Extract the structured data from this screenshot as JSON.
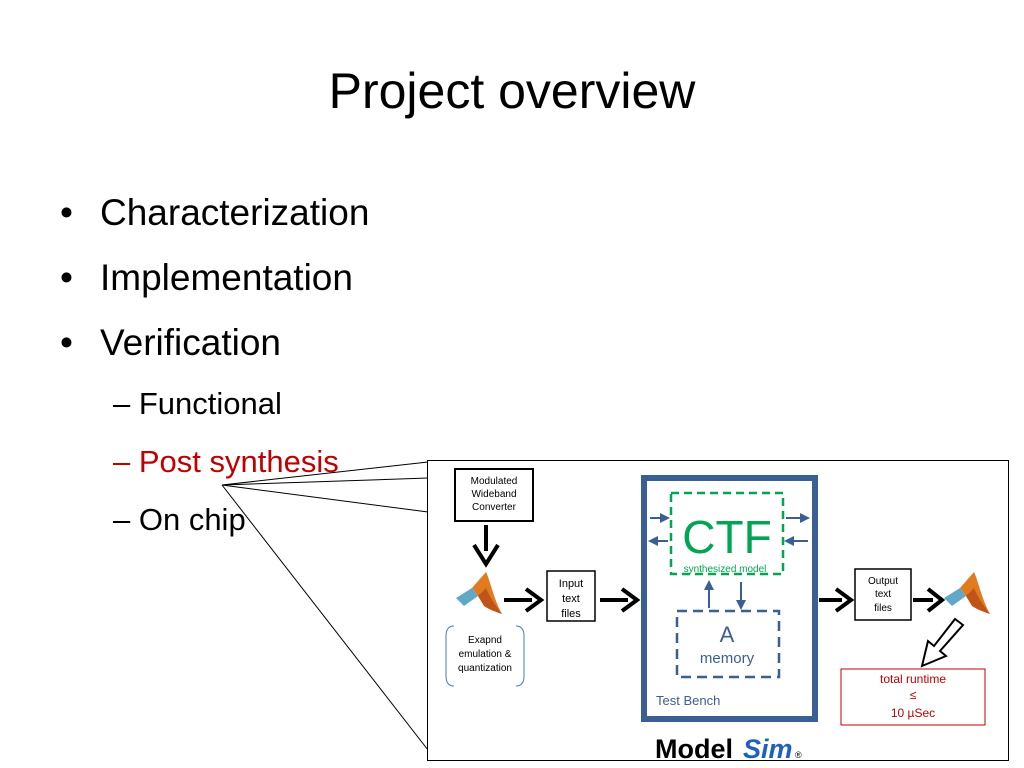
{
  "slide": {
    "title": "Project overview",
    "bullets": [
      "Characterization",
      "Implementation",
      "Verification"
    ],
    "sub_bullets": [
      {
        "text": "– Functional",
        "highlighted": false
      },
      {
        "text": "– Post synthesis",
        "highlighted": true
      },
      {
        "text": "– On chip",
        "highlighted": false
      }
    ]
  },
  "diagram": {
    "mwc_label": [
      "Modulated",
      "Wideband",
      "Converter"
    ],
    "expand_label": [
      "Exapnd",
      "emulation &",
      "quantization"
    ],
    "input_label": [
      "Input",
      "text",
      "files"
    ],
    "output_label": [
      "Output",
      "text",
      "files"
    ],
    "ctf_label": "CTF",
    "ctf_sub_label": "synthesized model",
    "memory_letter": "A",
    "memory_label": "memory",
    "testbench_label": "Test Bench",
    "runtime_label": [
      "total runtime",
      "≤",
      "10 µSec"
    ],
    "logo_model": "Model",
    "logo_sim": "Sim",
    "logo_mark": "®"
  },
  "colors": {
    "highlight": "#c00000",
    "testbench_border": "#3a5f95",
    "ctf_green": "#00a651",
    "memory_blue": "#3a5f95",
    "logo_blue": "#1f5fbf",
    "runtime_red": "#c00000"
  }
}
